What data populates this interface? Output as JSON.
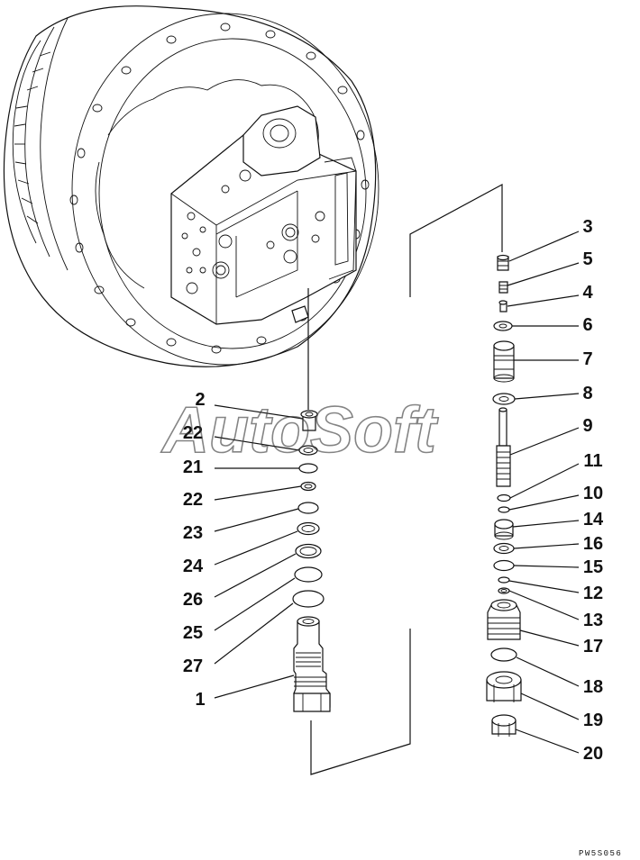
{
  "diagram": {
    "watermark": "AutoSoft",
    "drawing_code": "PW5S056",
    "callouts_left": [
      "2",
      "22",
      "21",
      "22",
      "23",
      "24",
      "26",
      "25",
      "27",
      "1"
    ],
    "callouts_right": [
      "3",
      "5",
      "4",
      "6",
      "7",
      "8",
      "9",
      "11",
      "10",
      "14",
      "16",
      "15",
      "12",
      "13",
      "17",
      "18",
      "19",
      "20"
    ]
  }
}
